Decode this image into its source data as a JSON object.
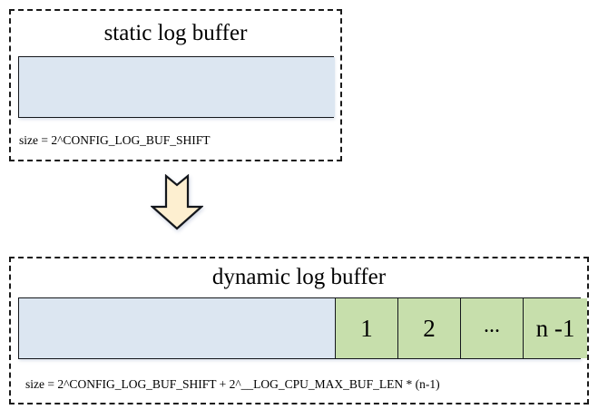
{
  "diagram": {
    "static_section": {
      "title": "static log buffer",
      "caption": "size = 2^CONFIG_LOG_BUF_SHIFT",
      "buffer_fill_color": "#dce6f1"
    },
    "arrow": {
      "icon": "down-block-arrow-icon",
      "fill_color": "#fdefd0",
      "outline_color": "#14171c"
    },
    "dynamic_section": {
      "title": "dynamic log buffer",
      "caption": "size = 2^CONFIG_LOG_BUF_SHIFT + 2^__LOG_CPU_MAX_BUF_LEN * (n-1)",
      "base_fill_color": "#dce6f1",
      "cpu_fill_color": "#c7dfac",
      "cpu_cells": [
        {
          "label": "1"
        },
        {
          "label": "2"
        },
        {
          "label": "..."
        },
        {
          "label": "n -1"
        }
      ]
    }
  }
}
